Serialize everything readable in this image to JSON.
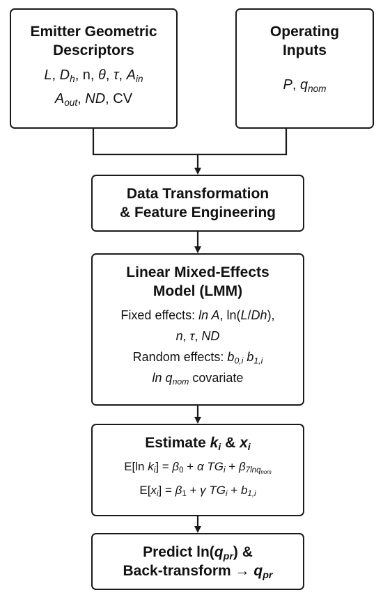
{
  "boxes": {
    "emitter": {
      "title1": "Emitter Geometric",
      "title2": "Descriptors",
      "vars_line1": "L, Dh, n, θ, τ, Ain",
      "vars_line2": "Aout, ND, CV"
    },
    "operating": {
      "title1": "Operating",
      "title2": "Inputs",
      "vars": "P, qnom"
    },
    "transform": {
      "title1": "Data Transformation",
      "title2": "& Feature Engineering"
    },
    "lmm": {
      "title1": "Linear Mixed-Effects",
      "title2": "Model (LMM)",
      "fixed_line1": "Fixed effects: ln A, ln(L/Dh),",
      "fixed_line2": "n, τ, ND",
      "random": "Random effects: b0,i b1,i",
      "covariate": "ln qnom covariate"
    },
    "estimate": {
      "title": "Estimate ki & xi",
      "eq1": "E[ln ki] = β0 + α TGi + β7lnqnom",
      "eq2": "E[xi] = β1 + γ TGi + b1,i"
    },
    "predict": {
      "title1": "Predict ln(qpr) &",
      "title2": "Back-transform → qpr"
    }
  }
}
